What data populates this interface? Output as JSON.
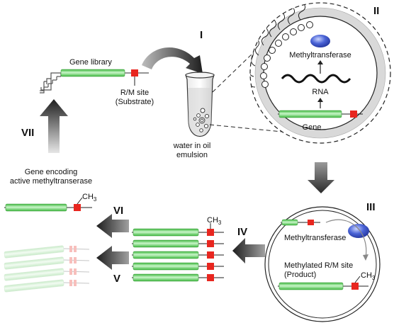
{
  "steps": {
    "i": "I",
    "ii": "II",
    "iii": "III",
    "iv": "IV",
    "v": "V",
    "vi": "VI",
    "vii": "VII"
  },
  "labels": {
    "gene_library": "Gene library",
    "rm_site_line1": "R/M site",
    "rm_site_line2": "(Substrate)",
    "emulsion_line1": "water in oil",
    "emulsion_line2": "emulsion",
    "methyltransferase_ii": "Methyltransferase",
    "rna": "RNA",
    "gene": "Gene",
    "methyltransferase_iii": "Methyltransferase",
    "methylated_line1": "Methylated R/M site",
    "methylated_line2": "(Product)",
    "ch3_base": "CH",
    "ch3_sub": "3",
    "encoding_line1": "Gene encoding",
    "encoding_line2": "active methyltranserase"
  },
  "colors": {
    "gene_green": "#5fd35f",
    "site_red": "#e8261f",
    "enzyme_blue": "#4a63d6",
    "arrow_dark": "#2a2a2a",
    "membrane_gray": "#d9d9d9"
  }
}
